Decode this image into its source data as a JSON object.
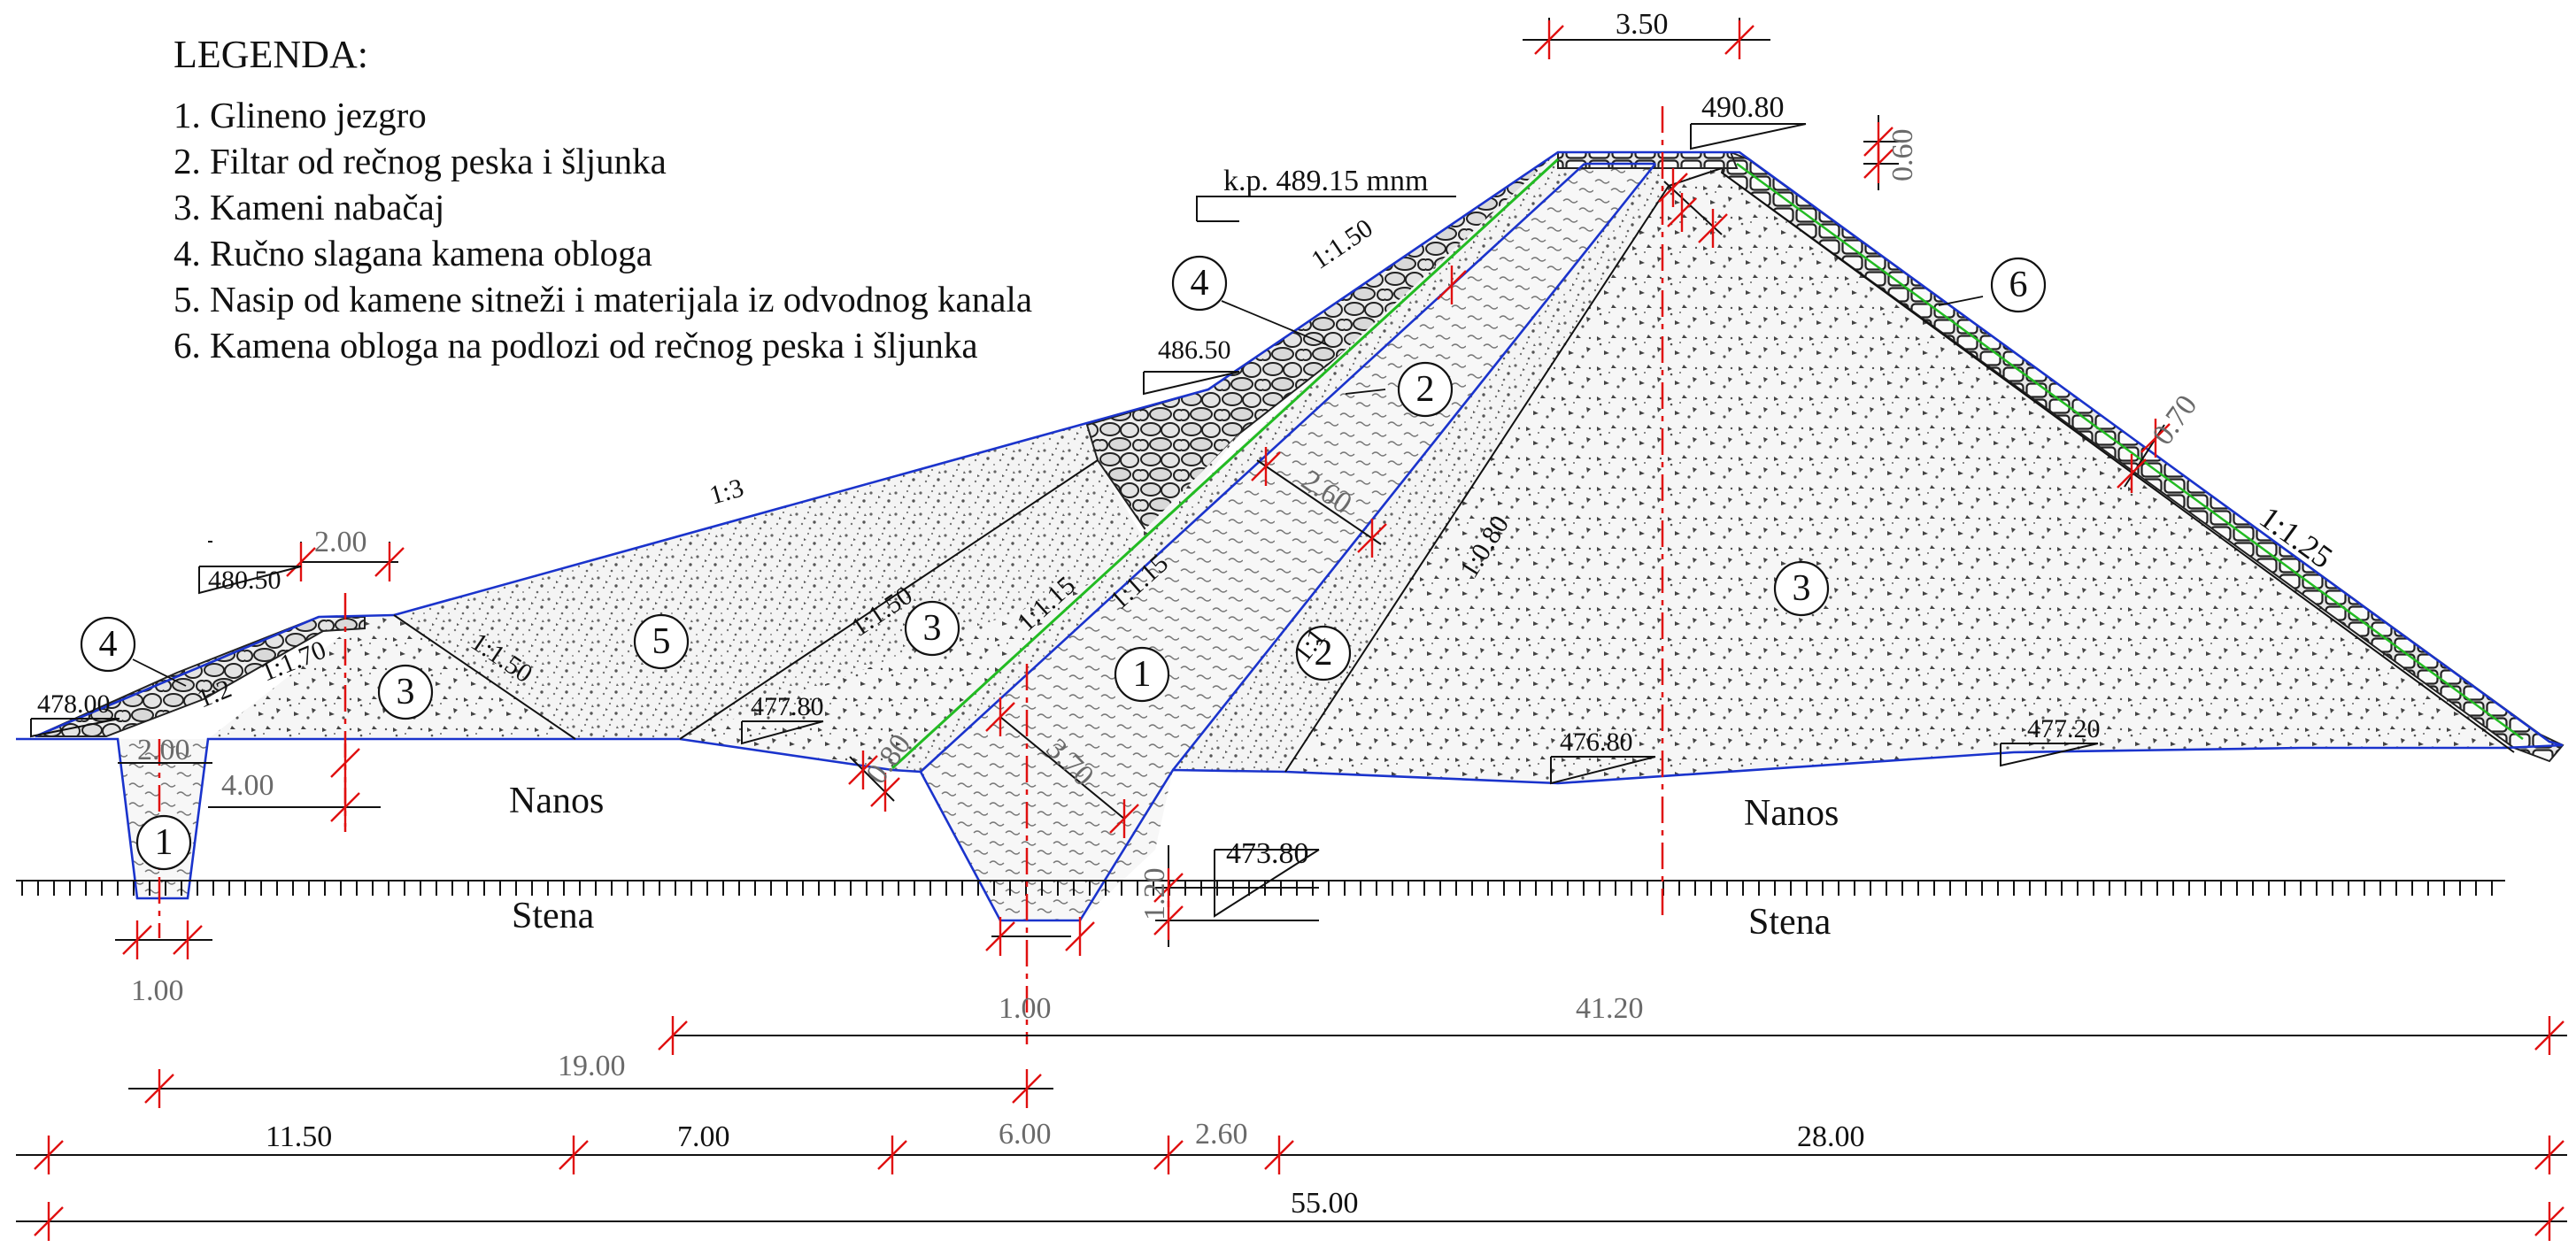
{
  "legend": {
    "title": "LEGENDA:",
    "items": [
      "1. Glineno jezgro",
      "2. Filtar od rečnog peska i šljunka",
      "3. Kameni nabačaj",
      "4. Ručno slagana kamena obloga",
      "5. Nasip od kamene sitneži i materijala iz odvodnog kanala",
      "6. Kamena obloga na podlozi od rečnog peska i šljunka"
    ]
  },
  "elevations": {
    "crest": "490.80",
    "kp": "k.p. 489.15 mnm",
    "berm_upper": "486.50",
    "berm_lower": "480.50",
    "left_toe": "478.00",
    "upstream_ground": "477.80",
    "downstream_ground": "476.80",
    "right_ground": "477.20",
    "core_bottom": "473.80"
  },
  "slopes": {
    "s1_3": "1:3",
    "s1_1_50_a": "1:1.50",
    "s1_1_50_b": "1:1.50",
    "s1_1_50_c": "1:1.50",
    "s1_1_15_a": "1:1.15",
    "s1_1_15_b": "1:1.15",
    "s1_0_80": "1:0.80",
    "s1_1": "1:1",
    "s1_1_25": "1:1.25",
    "s1_1_70": "1:1.70",
    "s1_2": "1:2"
  },
  "dims": {
    "crest_width": "3.50",
    "lining_top": "0.60",
    "lining_slope": "0.70",
    "filter_a": "2.60",
    "filter_b": "0.80",
    "core_width": "3.70",
    "core_depth": "1.20",
    "berm_width": "2.00",
    "trench_top": "2.00",
    "trench_offset": "4.00",
    "trench_bottom": "1.00",
    "core_bottom_width": "1.00",
    "span_41": "41.20",
    "span_19": "19.00",
    "seg1": "11.50",
    "seg2": "7.00",
    "seg3": "6.00",
    "seg4": "2.60",
    "seg5": "28.00",
    "total": "55.00"
  },
  "zones": [
    "1",
    "2",
    "3",
    "4",
    "5",
    "6"
  ],
  "ground": {
    "nanos": "Nanos",
    "stena": "Stena"
  },
  "colors": {
    "outline": "#1a33cc",
    "filter_line": "#22bb22",
    "axis": "#e01010",
    "dimension": "#111111",
    "text_grey": "#6a6a6a"
  }
}
